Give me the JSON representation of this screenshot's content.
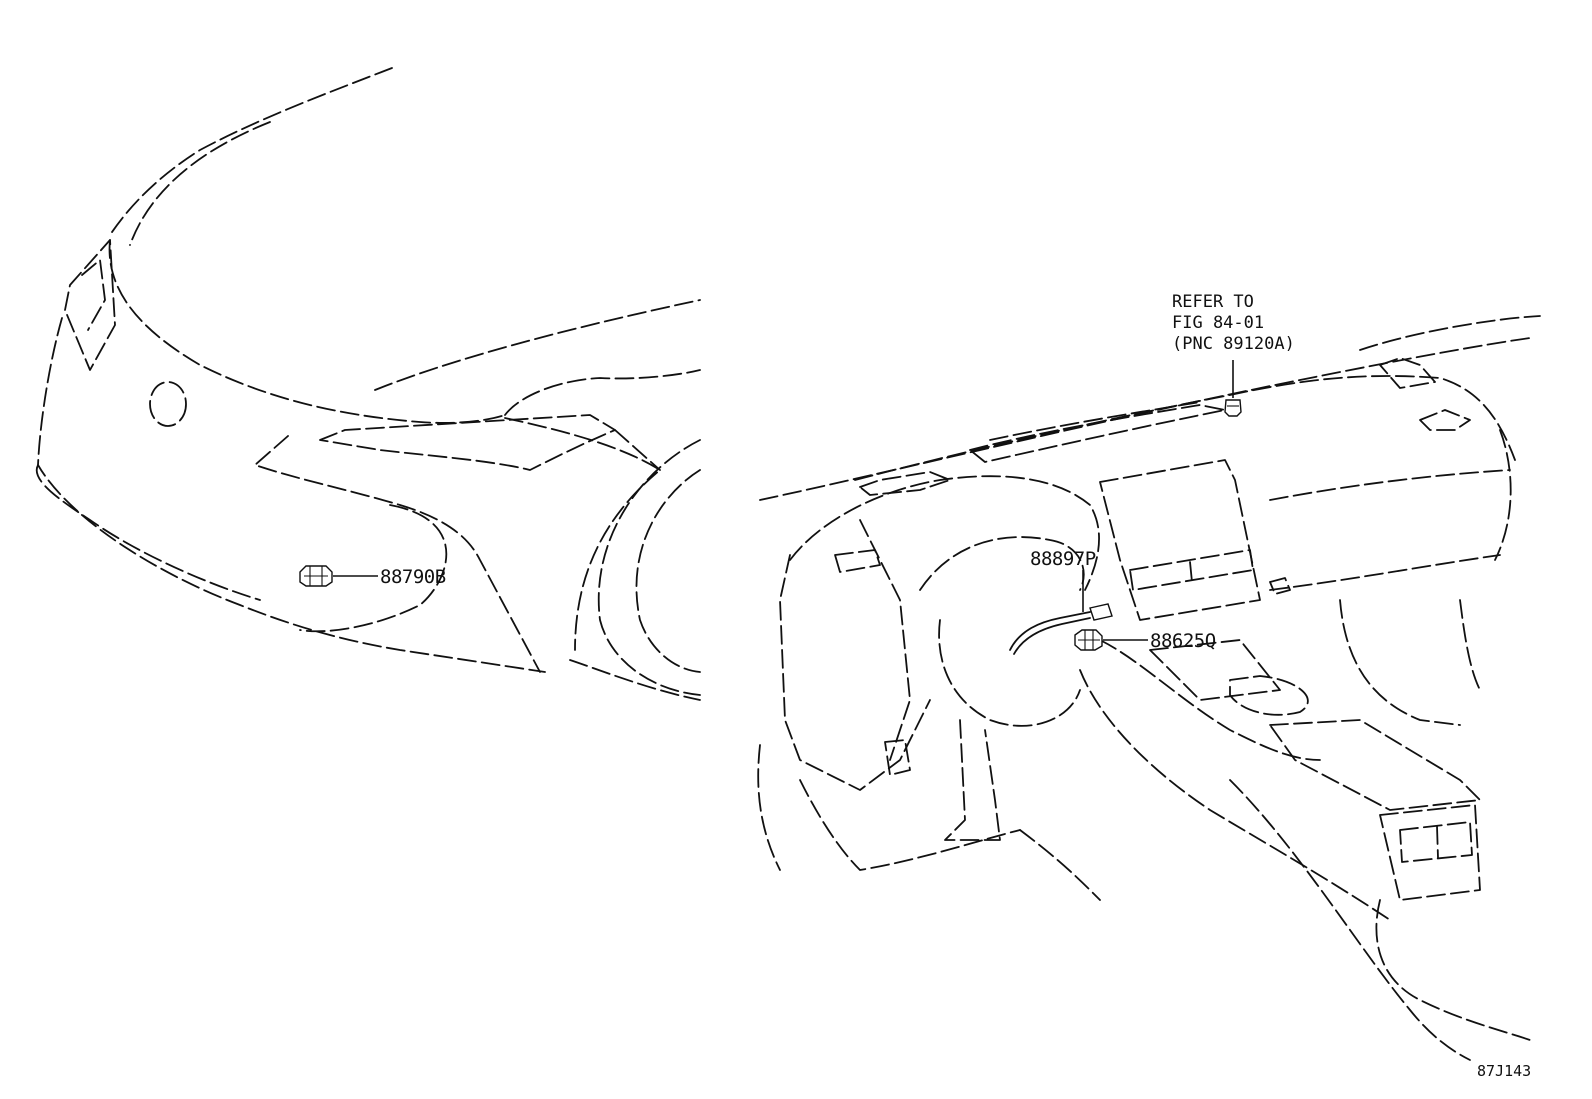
{
  "callouts": {
    "front_sensor": "88790B",
    "steering_part": "88897P",
    "dash_sensor": "88625Q"
  },
  "reference_note": {
    "line1": "REFER TO",
    "line2": "FIG 84-01",
    "line3": "(PNC 89120A)"
  },
  "figure_id": "87J143"
}
